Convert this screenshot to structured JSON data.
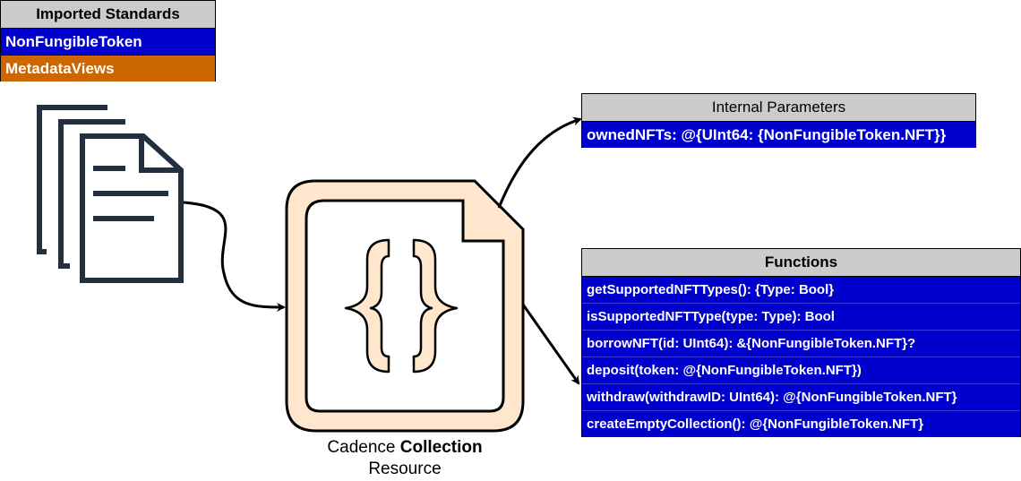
{
  "imported_standards": {
    "header": "Imported Standards",
    "items": [
      {
        "label": "NonFungibleToken",
        "color": "#0000cc"
      },
      {
        "label": "MetadataViews",
        "color": "#cc6600"
      }
    ]
  },
  "internal_parameters": {
    "header": "Internal Parameters",
    "items": [
      "ownedNFTs: @{UInt64: {NonFungibleToken.NFT}}"
    ]
  },
  "functions": {
    "header": "Functions",
    "items": [
      "getSupportedNFTTypes(): {Type: Bool}",
      "isSupportedNFTType(type: Type): Bool",
      "borrowNFT(id: UInt64): &{NonFungibleToken.NFT}?",
      "deposit(token: @{NonFungibleToken.NFT})",
      "withdraw(withdrawID: UInt64): @{NonFungibleToken.NFT}",
      "createEmptyCollection(): @{NonFungibleToken.NFT}"
    ]
  },
  "resource_caption": {
    "prefix": "Cadence",
    "emphasis": "Collection",
    "line2": "Resource"
  },
  "icons": [
    "documents-stack-icon",
    "code-file-icon"
  ],
  "colors": {
    "header_gray": "#cccccc",
    "blue": "#0000cc",
    "orange": "#cc6600",
    "doc_navy": "#232f3e",
    "file_fill": "#ffe6cc"
  }
}
